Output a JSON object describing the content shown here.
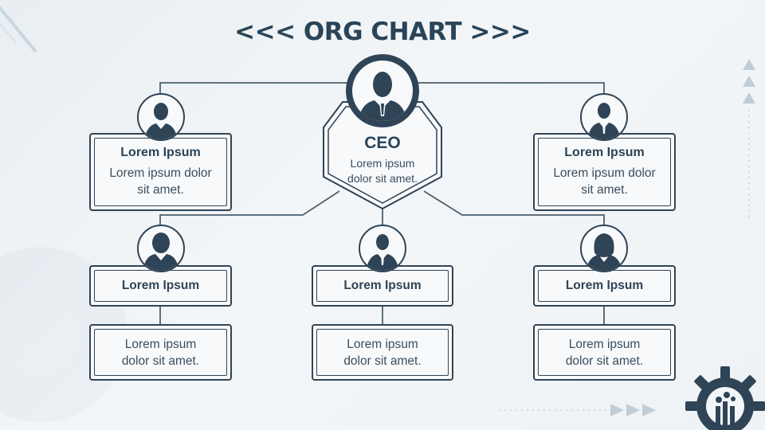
{
  "title": "<<< ORG CHART >>>",
  "ceo": {
    "title": "CEO",
    "line1": "Lorem ipsum",
    "line2": "dolor sit amet."
  },
  "top_left": {
    "name": "Lorem Ipsum",
    "line1": "Lorem ipsum dolor",
    "line2": "sit amet."
  },
  "top_right": {
    "name": "Lorem Ipsum",
    "line1": "Lorem ipsum dolor",
    "line2": "sit amet."
  },
  "bottom": [
    {
      "label": "Lorem Ipsum",
      "line1": "Lorem ipsum",
      "line2": "dolor sit amet."
    },
    {
      "label": "Lorem Ipsum",
      "line1": "Lorem ipsum",
      "line2": "dolor sit amet."
    },
    {
      "label": "Lorem Ipsum",
      "line1": "Lorem ipsum",
      "line2": "dolor sit amet."
    }
  ],
  "colors": {
    "primary": "#2f4456",
    "background": "#eef2f5",
    "accent": "#aebfcc"
  }
}
